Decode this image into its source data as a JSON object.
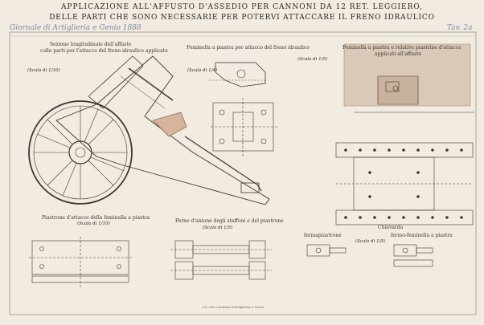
{
  "sheet": {
    "title_line1": "APPLICAZIONE ALL'AFFUSTO D'ASSEDIO PER CANNONI DA 12 RET. LEGGIERO,",
    "title_line2": "DELLE PARTI CHE SONO NECESSARIE PER POTERVI ATTACCARE IL FRENO IDRAULICO",
    "journal": "Giornale di Artiglieria e Genio 1888",
    "plate": "Tav. 2a",
    "footer": "Lit. del Comitato d'Artiglieria e Genio",
    "figures": {
      "section": {
        "caption1": "Sezione longitudinale dell'affusto",
        "caption2": "colle parti per l'attacco del freno idraulico applicate",
        "scale": "(Scala di 1/10)"
      },
      "plate_bracket": {
        "caption": "Feminella a piastra per attacco del freno idraulico",
        "scale1": "(Scala di 1/5)",
        "scale2": "(Scala di 1/4)"
      },
      "bracket_rivets": {
        "caption1": "Feminella a piastra e relative piastrine d'attacco",
        "caption2": "applicati all'affusto"
      },
      "attachment_plate": {
        "caption": "Piastrone d'attacco della feminella a piastra",
        "scale": "(Scala di 1/10)"
      },
      "bolt": {
        "caption": "Perno d'unione degli staffoni e del piastrone",
        "scale": "(Scala di 1/5)"
      },
      "keys": {
        "label1": "fermapiastrone",
        "label2": "fermo-feminella a piastra",
        "scale": "(Scala di 1/5)",
        "chiavarda": "Chiavarda"
      }
    }
  }
}
